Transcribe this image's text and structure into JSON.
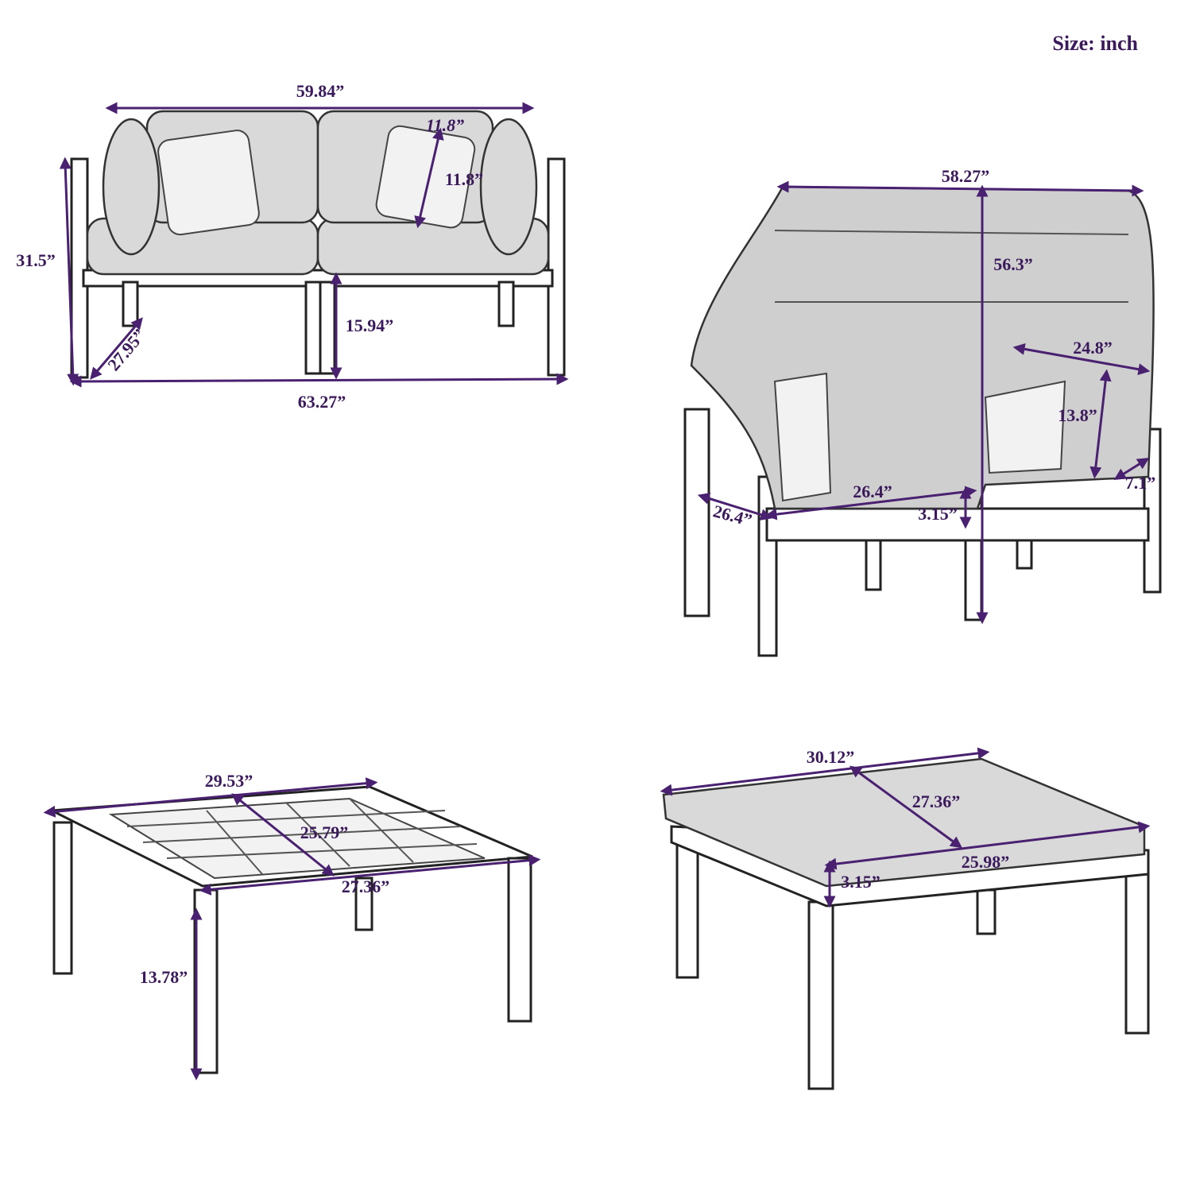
{
  "size_label": "Size: inch",
  "colors": {
    "dimension": "#3b1a5c",
    "outline": "#222222",
    "cushion": "#d9d9d9"
  },
  "loveseat": {
    "width_top": "59.84”",
    "pillow_width": "11.8”",
    "pillow_height": "11.8”",
    "height": "31.5”",
    "depth": "27.95”",
    "seat_height": "15.94”",
    "width_total": "63.27”"
  },
  "covered_sofa": {
    "cover_width": "58.27”",
    "height": "56.3”",
    "pillow_width": "24.8”",
    "pillow_height": "13.8”",
    "pillow_depth": "7.1”",
    "seat_depth": "26.4”",
    "seat_width": "26.4”",
    "cushion_thickness": "3.15”"
  },
  "coffee_table": {
    "back_width": "29.53”",
    "diagonal": "25.79”",
    "front_width": "27.36”",
    "height": "13.78”"
  },
  "ottoman": {
    "width": "30.12”",
    "depth": "27.36”",
    "front_width": "25.98”",
    "cushion_thickness": "3.15”"
  }
}
